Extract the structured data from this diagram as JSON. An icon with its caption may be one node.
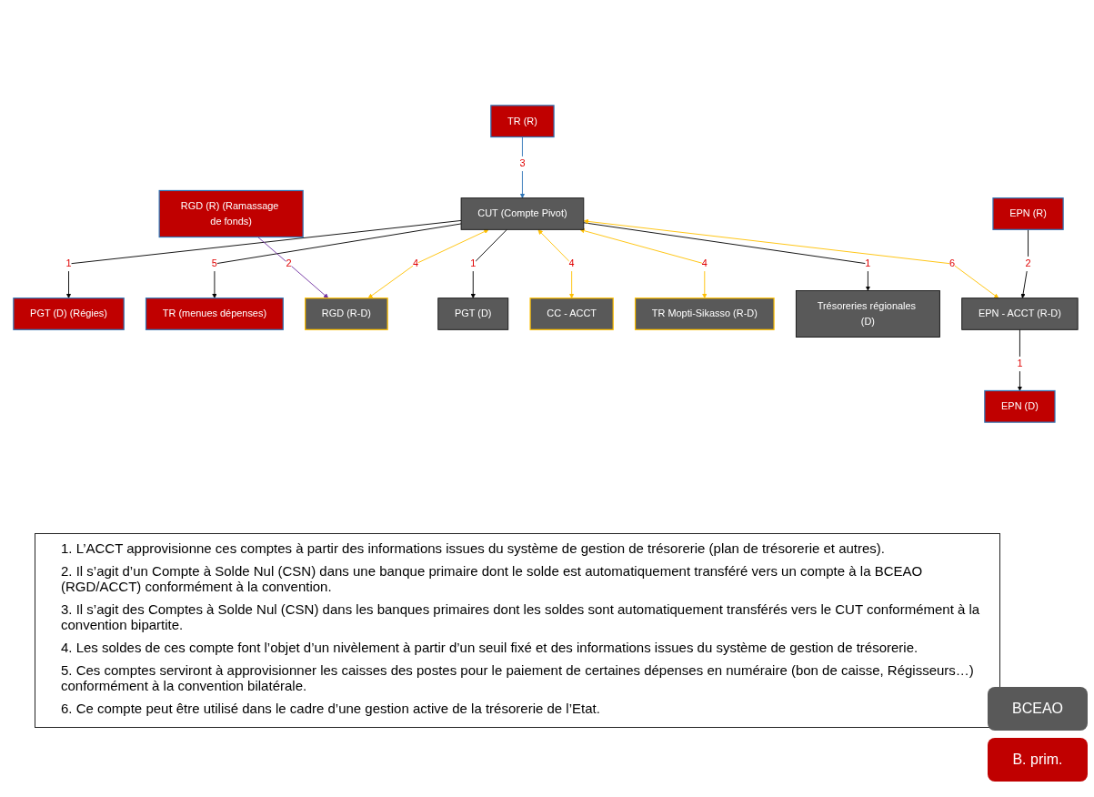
{
  "diagram": {
    "nodes": [
      {
        "text": [
          "CUT (Compte Pivot)"
        ]
      },
      {
        "text": [
          "PGT (D) (Régies)"
        ]
      },
      {
        "text": [
          "TR (menues dépenses)"
        ]
      },
      {
        "text": [
          "TR (R)"
        ]
      },
      {
        "text": [
          "RGD (R) (Ramassage de fonds)"
        ]
      },
      {
        "text": [
          "EPN (D)"
        ]
      },
      {
        "text": [
          "EPN (R)"
        ]
      },
      {
        "text": [
          "RGD (R-D)"
        ]
      },
      {
        "text": [
          "PGT (D)"
        ]
      },
      {
        "text": [
          "CC - ACCT"
        ]
      },
      {
        "text": [
          "TR Mopti-Sikasso (R-D)"
        ]
      },
      {
        "text": [
          "Trésoreries régionales (D)"
        ]
      },
      {
        "text": [
          "EPN - ACCT (R-D)"
        ]
      }
    ],
    "edges": [
      {
        "from": 0,
        "to": 1,
        "arrow": "to",
        "label": "1"
      },
      {
        "from": 0,
        "to": 2,
        "arrow": "to",
        "label": "5"
      },
      {
        "from": 3,
        "to": 0,
        "arrow": "to",
        "label": "3",
        "color": "#2e75b6"
      },
      {
        "from": 4,
        "to": 7,
        "arrow": "to",
        "label": "2",
        "color": "#7030a0"
      },
      {
        "from": 7,
        "to": 0,
        "arrow": "both",
        "label": "4",
        "color": "#ffc000"
      },
      {
        "from": 0,
        "to": 8,
        "arrow": "to",
        "label": "1"
      },
      {
        "from": 9,
        "to": 0,
        "arrow": "both",
        "label": "4",
        "color": "#ffc000"
      },
      {
        "from": 10,
        "to": 0,
        "arrow": "both",
        "label": "4",
        "color": "#ffc000"
      },
      {
        "from": 0,
        "to": 11,
        "arrow": "to",
        "label": "1"
      },
      {
        "from": 12,
        "to": 0,
        "arrow": "both",
        "label": "6",
        "color": "#ffc000"
      },
      {
        "from": 12,
        "to": 5,
        "arrow": "to",
        "label": "1"
      },
      {
        "from": 6,
        "to": 12,
        "arrow": "to",
        "label": "2"
      }
    ],
    "labels": [
      "1. L’ACCT approvisionne ces comptes à partir des informations issues du système de gestion de trésorerie (plan de trésorerie et autres).",
      "2. Il s’agit d’un Compte à Solde Nul (CSN) dans une banque primaire dont le solde est automatiquement transféré vers un compte à la BCEAO (RGD/ACCT) conformément à la convention.",
      "3. Il s’agit des Comptes à Solde Nul (CSN) dans les banques primaires dont les soldes sont automatiquement transférés vers le CUT conformément à la convention bipartite.",
      "4. Les soldes de ces compte font l’objet d’un nivèlement à partir d’un seuil fixé et des informations issues du système de gestion de trésorerie.",
      "5. Ces comptes serviront à approvisionner les caisses des postes pour le paiement de certaines dépenses en numéraire (bon de caisse, Régisseurs…) conformément à la convention bilatérale.",
      "6. Ce compte peut être utilisé dans le cadre d’une gestion active de la trésorerie de l’Etat."
    ],
    "legend": [
      {
        "text": "BCEAO",
        "color": "#595959"
      },
      {
        "text": "B. prim.",
        "color": "#c00000"
      }
    ]
  }
}
